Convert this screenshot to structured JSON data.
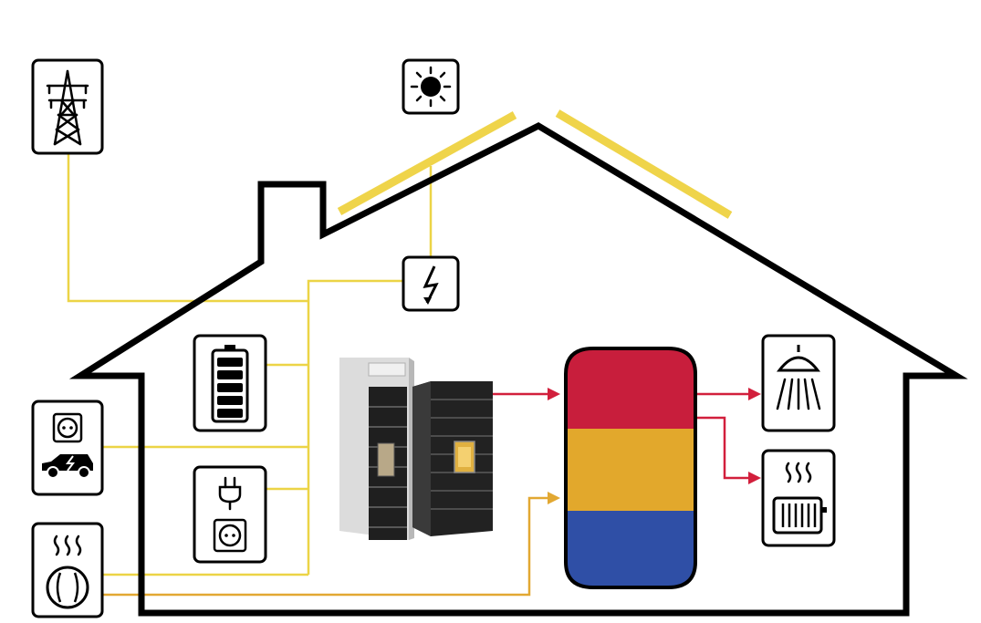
{
  "diagram": {
    "colors": {
      "house_outline": "#000000",
      "solar_panel": "#efd44a",
      "power_line": "#ecd446",
      "heat_line": "#e2a832",
      "hot_flow": "#d21f3c",
      "tank_hot": "#c81e3c",
      "tank_warm": "#e2a82c",
      "tank_cold": "#2f4fa6",
      "icon_frame": "#000000",
      "unit_light": "#dcdcdc",
      "unit_dark": "#222222"
    },
    "icons": [
      {
        "id": "grid",
        "icon": "power-pylon-icon"
      },
      {
        "id": "sun",
        "icon": "sun-icon"
      },
      {
        "id": "inverter",
        "icon": "lightning-bolt-icon"
      },
      {
        "id": "battery",
        "icon": "battery-icon"
      },
      {
        "id": "ev",
        "icon": "ev-charging-icon"
      },
      {
        "id": "plug",
        "icon": "plug-socket-icon"
      },
      {
        "id": "heatpump",
        "icon": "heat-pump-icon"
      },
      {
        "id": "shower",
        "icon": "shower-icon"
      },
      {
        "id": "radiator",
        "icon": "radiator-icon"
      }
    ],
    "tank_layers": [
      "hot",
      "warm",
      "cold"
    ],
    "components": [
      "pellet-boiler",
      "pellet-storage-unit",
      "storage-tank",
      "solar-panels",
      "house-outline"
    ]
  }
}
